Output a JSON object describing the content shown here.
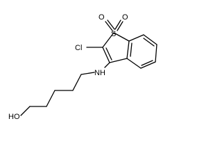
{
  "molecule": {
    "atoms": {
      "sulfur": "S",
      "oxygen_top_left": "O",
      "oxygen_top_right": "O",
      "chlorine": "Cl",
      "amine": "NH",
      "hydroxyl": "HO"
    }
  }
}
